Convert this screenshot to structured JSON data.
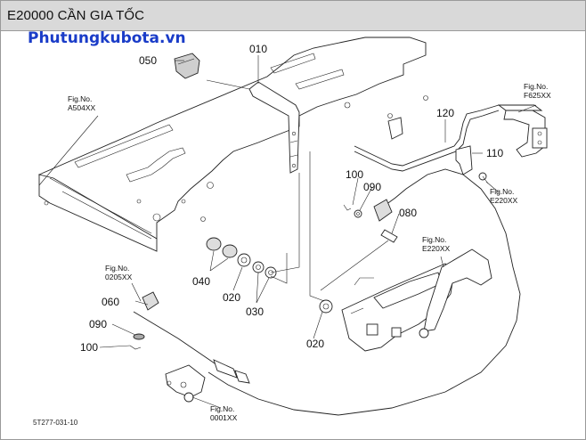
{
  "header": {
    "title": "E20000 CẦN GIA TỐC"
  },
  "watermark": {
    "text": "Phutungkubota.vn",
    "color": "#1a3cc8"
  },
  "drawing_id": "5T277-031-10",
  "part_numbers": {
    "p050": "050",
    "p010": "010",
    "p120": "120",
    "p110": "110",
    "p100a": "100",
    "p090a": "090",
    "p080": "080",
    "p040": "040",
    "p020a": "020",
    "p030": "030",
    "p020b": "020",
    "p060": "060",
    "p090b": "090",
    "p100b": "100"
  },
  "fig_refs": {
    "a504": {
      "label": "Fig.No.",
      "code": "A504XX"
    },
    "f625": {
      "label": "Fig.No.",
      "code": "F625XX"
    },
    "e220a": {
      "label": "Fig.No.",
      "code": "E220XX"
    },
    "e220b": {
      "label": "Fig.No.",
      "code": "E220XX"
    },
    "f0205": {
      "label": "Fig.No.",
      "code": "0205XX"
    },
    "f0001": {
      "label": "Fig.No.",
      "code": "0001XX"
    }
  }
}
